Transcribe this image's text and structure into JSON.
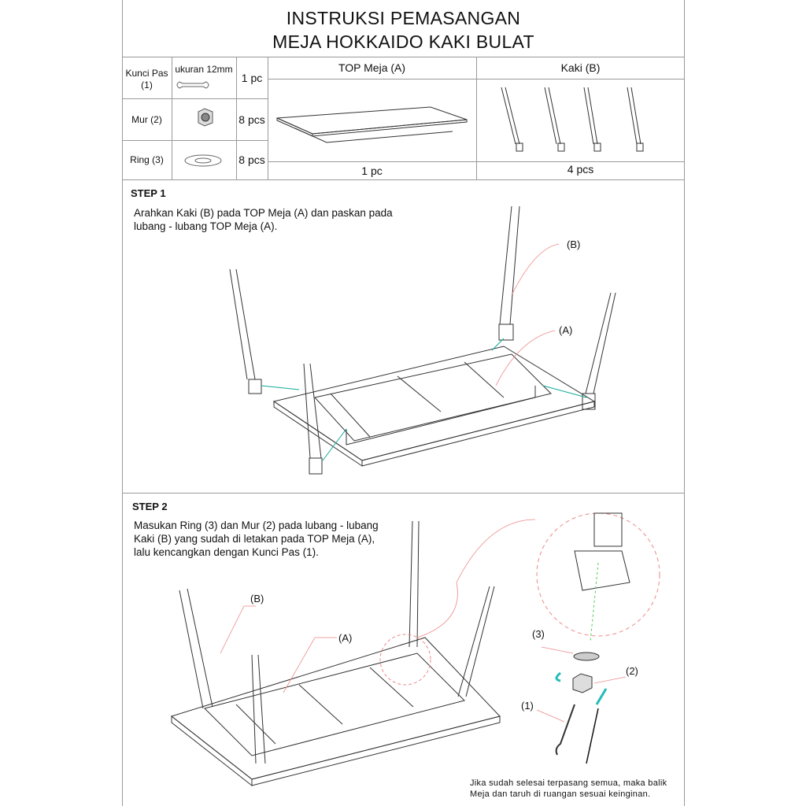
{
  "title": {
    "line1": "INSTRUKSI PEMASANGAN",
    "line2": "MEJA HOKKAIDO KAKI BULAT"
  },
  "parts": [
    {
      "name": "Kunci Pas (1)",
      "size": "ukuran 12mm",
      "qty": "1 pc",
      "icon": "wrench-icon"
    },
    {
      "name": "Mur (2)",
      "qty": "8 pcs",
      "icon": "hex-nut-icon"
    },
    {
      "name": "Ring (3)",
      "qty": "8 pcs",
      "icon": "washer-icon"
    }
  ],
  "components": [
    {
      "name": "TOP Meja (A)",
      "qty": "1 pc"
    },
    {
      "name": "Kaki (B)",
      "qty": "4 pcs"
    }
  ],
  "step1": {
    "heading": "STEP 1",
    "text_line1": "Arahkan Kaki (B) pada TOP Meja (A) dan paskan pada",
    "text_line2": "lubang - lubang TOP Meja (A).",
    "label_b": "(B)",
    "label_a": "(A)"
  },
  "step2": {
    "heading": "STEP 2",
    "text_line1": "Masukan Ring (3) dan Mur (2) pada lubang - lubang",
    "text_line2": "Kaki (B) yang sudah di letakan pada TOP Meja (A),",
    "text_line3": "lalu kencangkan dengan Kunci Pas (1).",
    "label_b": "(B)",
    "label_a": "(A)",
    "label_3": "(3)",
    "label_2": "(2)",
    "label_1": "(1)",
    "note_line1": "Jika sudah selesai terpasang semua, maka balik",
    "note_line2": "Meja  dan taruh di ruangan sesuai keinginan."
  }
}
